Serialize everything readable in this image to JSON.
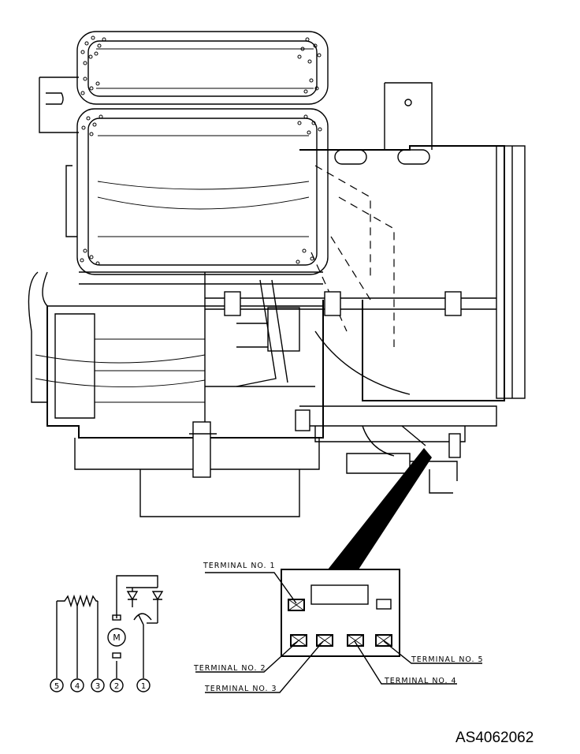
{
  "figure_code": "AS4062062",
  "terminals": {
    "t1": "TERMINAL NO. 1",
    "t2": "TERMINAL NO. 2",
    "t3": "TERMINAL NO. 3",
    "t4": "TERMINAL NO. 4",
    "t5": "TERMINAL NO. 5"
  },
  "schematic": {
    "motor_symbol": "M",
    "pins": [
      "5",
      "4",
      "3",
      "2",
      "1"
    ]
  }
}
